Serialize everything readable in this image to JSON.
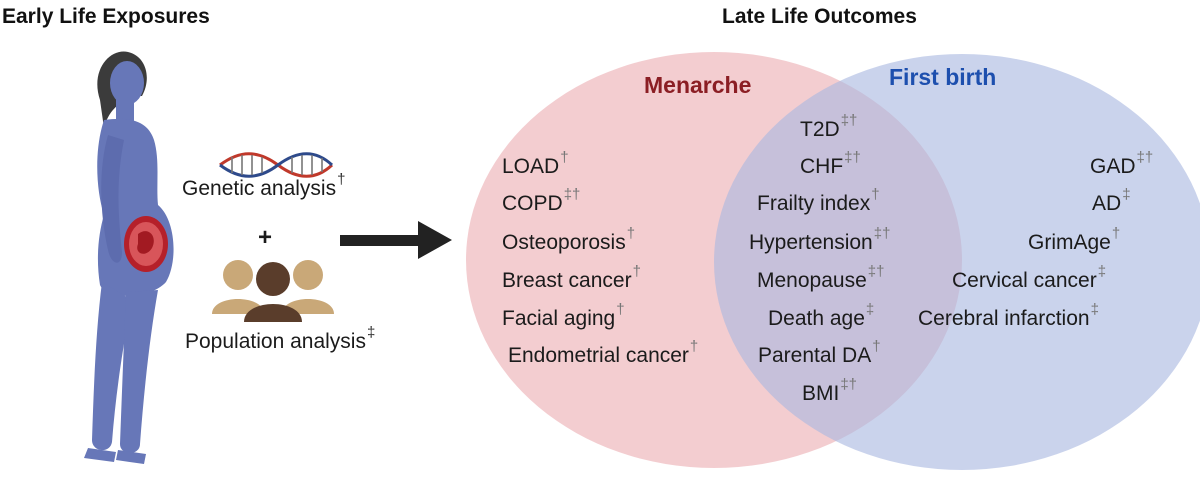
{
  "headings": {
    "left": "Early Life Exposures",
    "right": "Late Life Outcomes"
  },
  "exposures": {
    "genetic": {
      "text": "Genetic analysis",
      "mark": "†"
    },
    "plus": "+",
    "population": {
      "text": "Population analysis",
      "mark": "‡"
    }
  },
  "sets": {
    "menarche": {
      "title": "Menarche",
      "color": "#8b1e24",
      "fill": "#f2c9cc"
    },
    "first_birth": {
      "title": "First birth",
      "color": "#1d4fae",
      "fill": "#c5d0ea"
    }
  },
  "menarche_only": [
    {
      "text": "LOAD",
      "mark": "†"
    },
    {
      "text": "COPD",
      "mark": "‡†"
    },
    {
      "text": "Osteoporosis",
      "mark": "†"
    },
    {
      "text": "Breast cancer",
      "mark": "†"
    },
    {
      "text": "Facial aging",
      "mark": "†"
    },
    {
      "text": "Endometrial cancer",
      "mark": "†"
    }
  ],
  "overlap": [
    {
      "text": "T2D",
      "mark": "‡†"
    },
    {
      "text": "CHF",
      "mark": "‡†"
    },
    {
      "text": "Frailty index",
      "mark": "†"
    },
    {
      "text": "Hypertension",
      "mark": "‡†"
    },
    {
      "text": "Menopause",
      "mark": "‡†"
    },
    {
      "text": "Death age",
      "mark": "‡"
    },
    {
      "text": "Parental DA",
      "mark": "†"
    },
    {
      "text": "BMI",
      "mark": "‡†"
    }
  ],
  "first_birth_only": [
    {
      "text": "GAD",
      "mark": "‡†"
    },
    {
      "text": "AD",
      "mark": "‡"
    },
    {
      "text": "GrimAge",
      "mark": "†"
    },
    {
      "text": "Cervical cancer",
      "mark": "‡"
    },
    {
      "text": "Cerebral infarction",
      "mark": "‡"
    }
  ],
  "icons": {
    "figure": "pregnant-woman-icon",
    "dna": "dna-helix-icon",
    "people": "population-group-icon",
    "arrow": "right-arrow-icon"
  }
}
